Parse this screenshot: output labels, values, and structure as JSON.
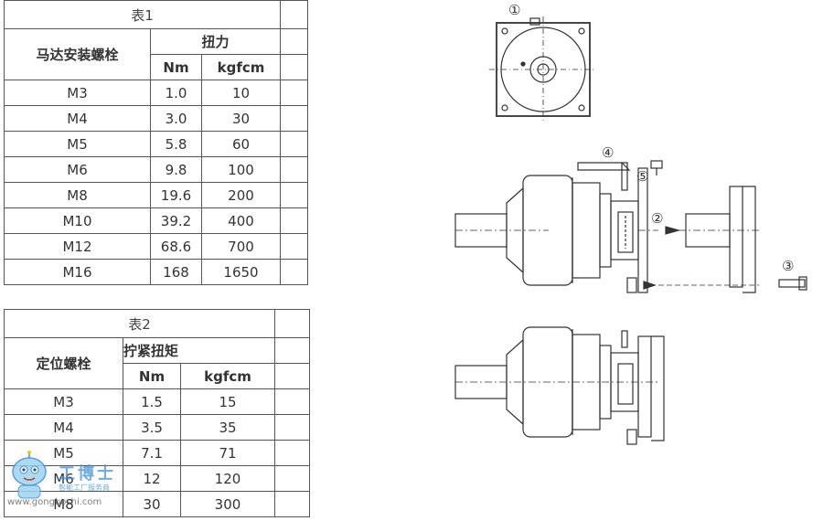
{
  "table1": {
    "caption": "表1",
    "col1_header": "马达安装螺栓",
    "group_header": "扭力",
    "unit_nm": "Nm",
    "unit_kgfcm": "kgfcm",
    "rows": [
      {
        "bolt": "M3",
        "nm": "1.0",
        "kgfcm": "10"
      },
      {
        "bolt": "M4",
        "nm": "3.0",
        "kgfcm": "30"
      },
      {
        "bolt": "M5",
        "nm": "5.8",
        "kgfcm": "60"
      },
      {
        "bolt": "M6",
        "nm": "9.8",
        "kgfcm": "100"
      },
      {
        "bolt": "M8",
        "nm": "19.6",
        "kgfcm": "200"
      },
      {
        "bolt": "M10",
        "nm": "39.2",
        "kgfcm": "400"
      },
      {
        "bolt": "M12",
        "nm": "68.6",
        "kgfcm": "700"
      },
      {
        "bolt": "M16",
        "nm": "168",
        "kgfcm": "1650"
      }
    ]
  },
  "table2": {
    "caption": "表2",
    "col1_header": "定位螺栓",
    "group_header": "拧紧扭矩",
    "unit_nm": "Nm",
    "unit_kgfcm": "kgfcm",
    "rows": [
      {
        "bolt": "M3",
        "nm": "1.5",
        "kgfcm": "15"
      },
      {
        "bolt": "M4",
        "nm": "3.5",
        "kgfcm": "35"
      },
      {
        "bolt": "M5",
        "nm": "7.1",
        "kgfcm": "71"
      },
      {
        "bolt": "M6",
        "nm": "12",
        "kgfcm": "120"
      },
      {
        "bolt": "M8",
        "nm": "30",
        "kgfcm": "300"
      }
    ]
  },
  "callouts": [
    "①",
    "②",
    "③",
    "④",
    "⑤"
  ],
  "watermark": {
    "brand": "工博士",
    "tagline": "智能工厂服务商",
    "url": "www.gongboshi.com",
    "icon": "robot-mascot-icon"
  }
}
